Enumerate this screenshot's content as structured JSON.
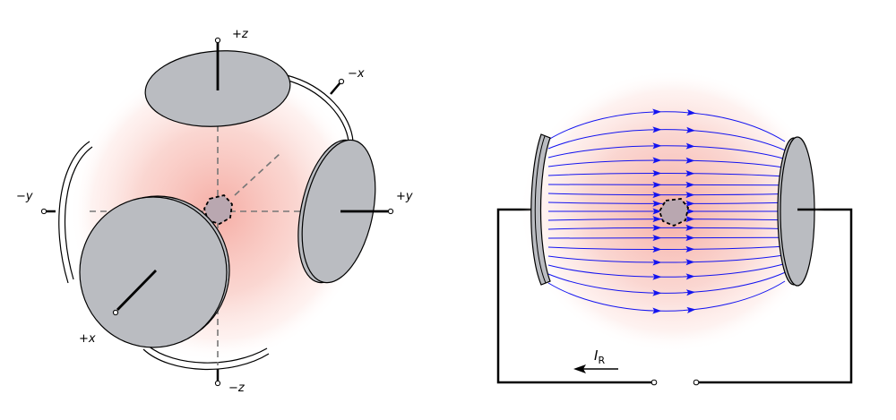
{
  "colors": {
    "electrode_fill": "#babcc1",
    "electrode_stroke": "#000000",
    "field_line": "#1414f0",
    "glow_center": "#f7b8b0",
    "wire": "#000000"
  },
  "left_diagram": {
    "labels": {
      "plus_z": "+z",
      "minus_z": "−z",
      "plus_x": "+x",
      "minus_x": "−x",
      "plus_y": "+y",
      "minus_y": "−y"
    }
  },
  "right_diagram": {
    "current_label": {
      "symbol": "I",
      "subscript": "R"
    },
    "field_line_count": 17
  }
}
